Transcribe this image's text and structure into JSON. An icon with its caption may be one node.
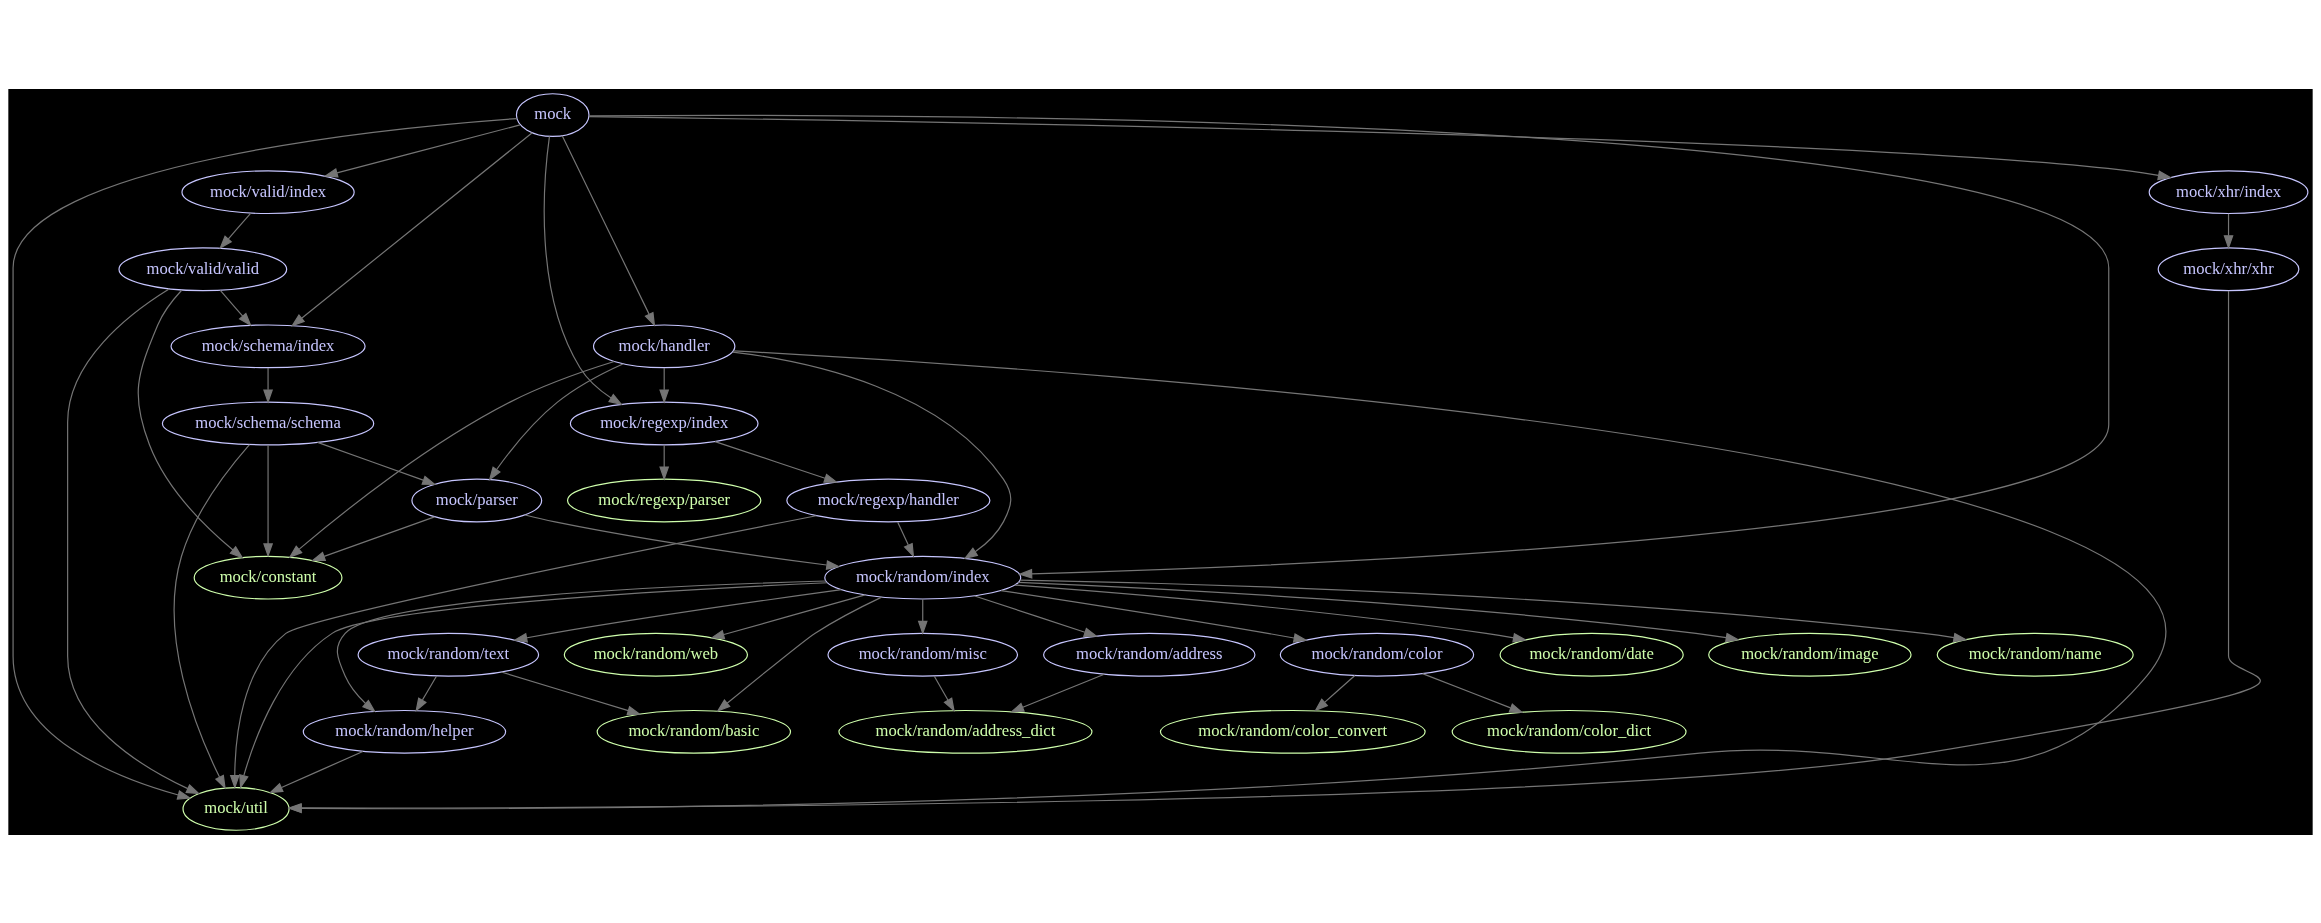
{
  "diagram": {
    "nodes": [
      {
        "text": [
          "mock"
        ]
      },
      {
        "text": [
          "mock/valid/index"
        ]
      },
      {
        "text": [
          "mock/xhr/index"
        ]
      },
      {
        "text": [
          "mock/valid/valid"
        ]
      },
      {
        "text": [
          "mock/xhr/xhr"
        ]
      },
      {
        "text": [
          "mock/schema/index"
        ]
      },
      {
        "text": [
          "mock/handler"
        ]
      },
      {
        "text": [
          "mock/schema/schema"
        ]
      },
      {
        "text": [
          "mock/regexp/index"
        ]
      },
      {
        "text": [
          "mock/parser"
        ]
      },
      {
        "text": [
          "mock/regexp/parser"
        ]
      },
      {
        "text": [
          "mock/regexp/handler"
        ]
      },
      {
        "text": [
          "mock/constant"
        ]
      },
      {
        "text": [
          "mock/random/index"
        ]
      },
      {
        "text": [
          "mock/random/address"
        ]
      },
      {
        "text": [
          "mock/random/misc"
        ]
      },
      {
        "text": [
          "mock/random/color"
        ]
      },
      {
        "text": [
          "mock/random/date"
        ]
      },
      {
        "text": [
          "mock/random/image"
        ]
      },
      {
        "text": [
          "mock/random/name"
        ]
      },
      {
        "text": [
          "mock/random/web"
        ]
      },
      {
        "text": [
          "mock/random/text"
        ]
      },
      {
        "text": [
          "mock/random/address_dict"
        ]
      },
      {
        "text": [
          "mock/random/color_convert"
        ]
      },
      {
        "text": [
          "mock/random/color_dict"
        ]
      },
      {
        "text": [
          "mock/random/basic"
        ]
      },
      {
        "text": [
          "mock/random/helper"
        ]
      },
      {
        "text": [
          "mock/util"
        ]
      }
    ],
    "edges": [
      {
        "from": 0,
        "to": 1,
        "arrow": "to"
      },
      {
        "from": 0,
        "to": 5,
        "arrow": "to"
      },
      {
        "from": 0,
        "to": 8,
        "arrow": "to"
      },
      {
        "from": 0,
        "to": 6,
        "arrow": "to"
      },
      {
        "from": 0,
        "to": 13,
        "arrow": "to"
      },
      {
        "from": 0,
        "to": 2,
        "arrow": "to"
      },
      {
        "from": 0,
        "to": 27,
        "arrow": "to"
      },
      {
        "from": 1,
        "to": 3,
        "arrow": "to"
      },
      {
        "from": 2,
        "to": 4,
        "arrow": "to"
      },
      {
        "from": 3,
        "to": 5,
        "arrow": "to"
      },
      {
        "from": 3,
        "to": 12,
        "arrow": "to"
      },
      {
        "from": 3,
        "to": 27,
        "arrow": "to"
      },
      {
        "from": 4,
        "to": 27,
        "arrow": "to"
      },
      {
        "from": 5,
        "to": 7,
        "arrow": "to"
      },
      {
        "from": 6,
        "to": 12,
        "arrow": "to"
      },
      {
        "from": 6,
        "to": 9,
        "arrow": "to"
      },
      {
        "from": 6,
        "to": 8,
        "arrow": "to"
      },
      {
        "from": 6,
        "to": 13,
        "arrow": "to"
      },
      {
        "from": 6,
        "to": 27,
        "arrow": "to"
      },
      {
        "from": 7,
        "to": 9,
        "arrow": "to"
      },
      {
        "from": 7,
        "to": 12,
        "arrow": "to"
      },
      {
        "from": 7,
        "to": 27,
        "arrow": "to"
      },
      {
        "from": 8,
        "to": 10,
        "arrow": "to"
      },
      {
        "from": 8,
        "to": 11,
        "arrow": "to"
      },
      {
        "from": 9,
        "to": 12,
        "arrow": "to"
      },
      {
        "from": 9,
        "to": 13,
        "arrow": "to"
      },
      {
        "from": 11,
        "to": 13,
        "arrow": "to"
      },
      {
        "from": 11,
        "to": 27,
        "arrow": "to"
      },
      {
        "from": 13,
        "to": 14,
        "arrow": "to"
      },
      {
        "from": 13,
        "to": 15,
        "arrow": "to"
      },
      {
        "from": 13,
        "to": 16,
        "arrow": "to"
      },
      {
        "from": 13,
        "to": 17,
        "arrow": "to"
      },
      {
        "from": 13,
        "to": 18,
        "arrow": "to"
      },
      {
        "from": 13,
        "to": 19,
        "arrow": "to"
      },
      {
        "from": 13,
        "to": 20,
        "arrow": "to"
      },
      {
        "from": 13,
        "to": 21,
        "arrow": "to"
      },
      {
        "from": 13,
        "to": 25,
        "arrow": "to"
      },
      {
        "from": 13,
        "to": 26,
        "arrow": "to"
      },
      {
        "from": 13,
        "to": 27,
        "arrow": "to"
      },
      {
        "from": 14,
        "to": 22,
        "arrow": "to"
      },
      {
        "from": 15,
        "to": 22,
        "arrow": "to"
      },
      {
        "from": 16,
        "to": 23,
        "arrow": "to"
      },
      {
        "from": 16,
        "to": 24,
        "arrow": "to"
      },
      {
        "from": 21,
        "to": 25,
        "arrow": "to"
      },
      {
        "from": 21,
        "to": 26,
        "arrow": "to"
      },
      {
        "from": 26,
        "to": 27,
        "arrow": "to"
      }
    ]
  }
}
